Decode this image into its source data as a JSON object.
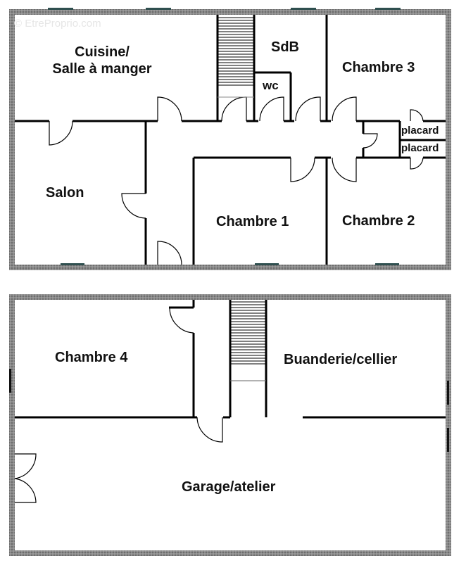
{
  "watermark": "© EtreProprio.com",
  "colors": {
    "wall": "#808080",
    "partition": "#000000",
    "window": "#2f4f4f",
    "background": "#ffffff"
  },
  "floors": {
    "upper": {
      "rooms": {
        "cuisine_line1": "Cuisine/",
        "cuisine_line2": "Salle à manger",
        "sdb": "SdB",
        "wc": "wc",
        "chambre3": "Chambre 3",
        "placard1": "placard",
        "placard2": "placard",
        "salon": "Salon",
        "chambre1": "Chambre 1",
        "chambre2": "Chambre 2"
      }
    },
    "lower": {
      "rooms": {
        "chambre4": "Chambre 4",
        "buanderie": "Buanderie/cellier",
        "garage": "Garage/atelier"
      }
    }
  }
}
